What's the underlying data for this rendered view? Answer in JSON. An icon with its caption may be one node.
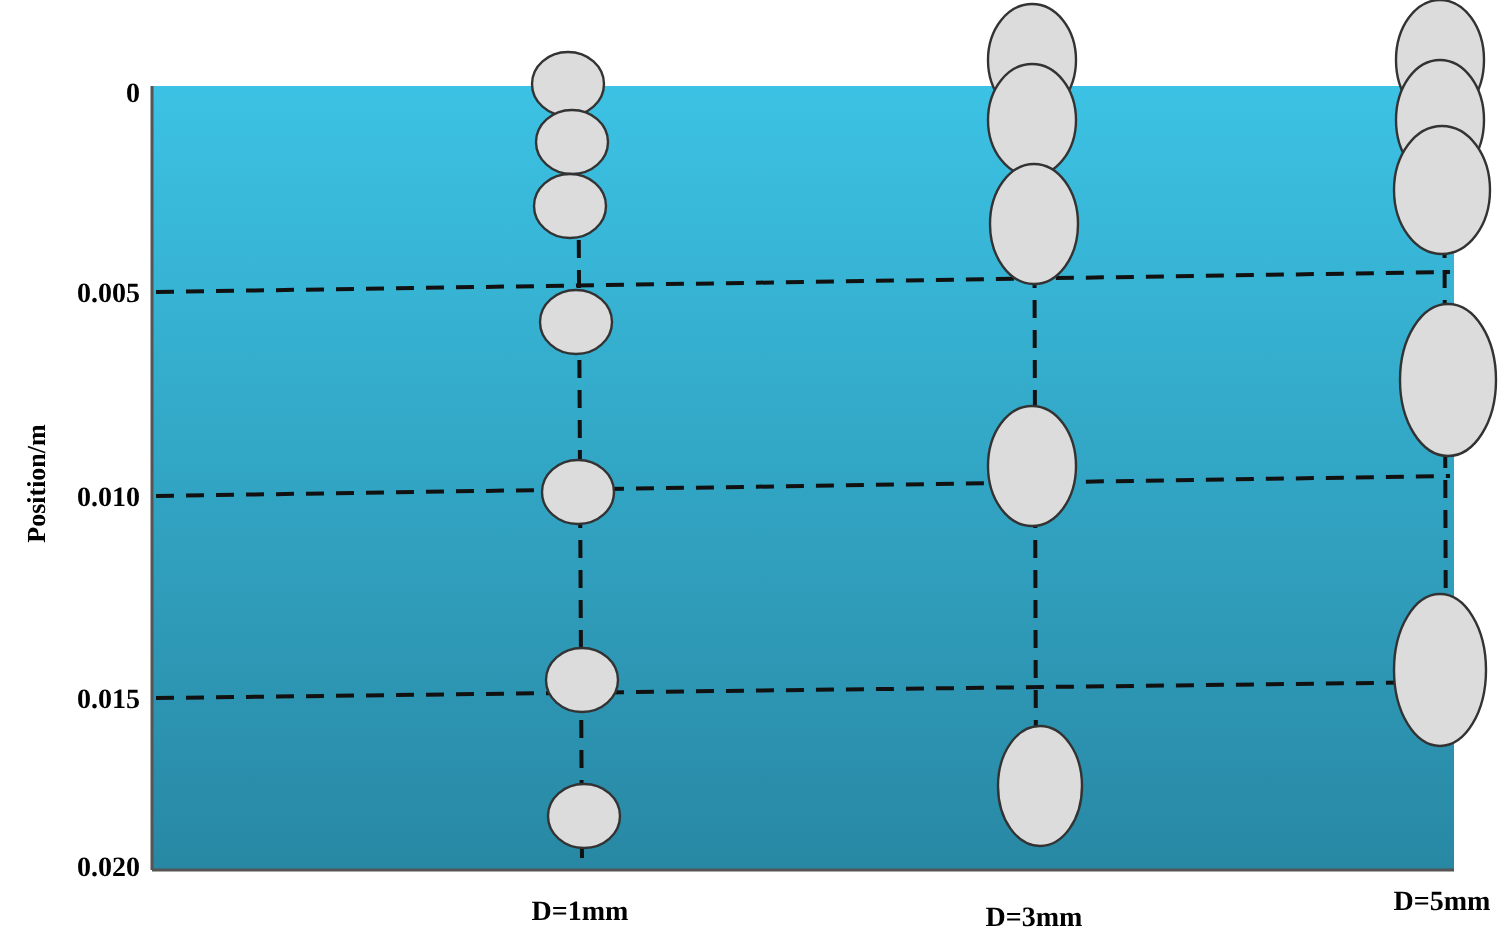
{
  "diagram": {
    "labels": [
      "0",
      "0.005",
      "0.010",
      "0.015",
      "0.020",
      "Position/m",
      "D=1mm",
      "D=3mm",
      "D=5mm"
    ]
  }
}
